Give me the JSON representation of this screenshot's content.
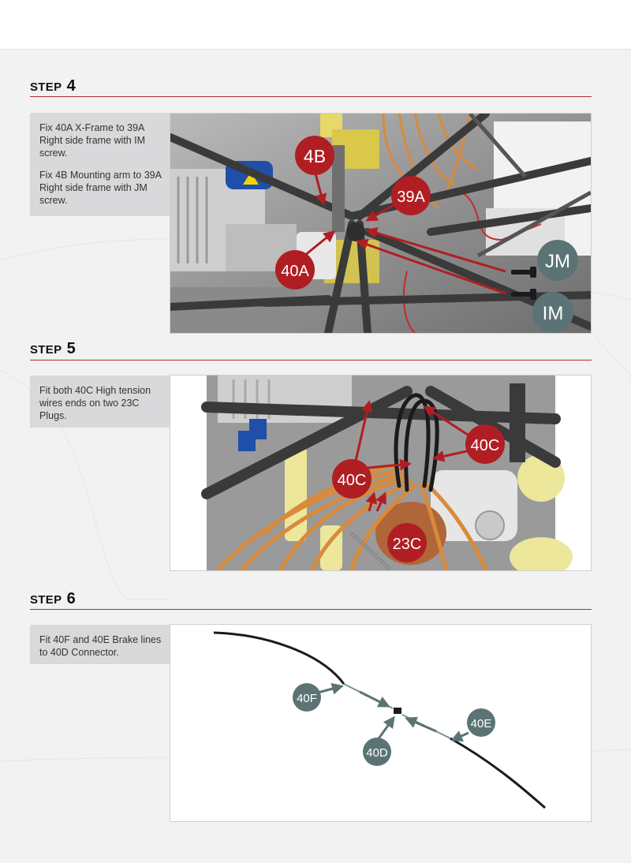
{
  "steps": [
    {
      "label": "STEP",
      "number": "4",
      "instructions": [
        "Fix 40A X-Frame to 39A Right side frame with IM screw.",
        "Fix 4B Mounting arm to 39A Right side frame with JM screw."
      ],
      "callouts": [
        "4B",
        "39A",
        "40A",
        "JM",
        "IM"
      ]
    },
    {
      "label": "STEP",
      "number": "5",
      "instructions": [
        "Fit both 40C High tension wires ends on two 23C Plugs."
      ],
      "callouts": [
        "40C",
        "40C",
        "23C"
      ]
    },
    {
      "label": "STEP",
      "number": "6",
      "instructions": [
        "Fit 40F and 40E Brake lines to 40D Connector."
      ],
      "callouts": [
        "40F",
        "40D",
        "40E"
      ]
    }
  ],
  "colors": {
    "accent_red": "#b01e23",
    "callout_grey": "#5b7374",
    "note_bg": "#d9d9db"
  }
}
